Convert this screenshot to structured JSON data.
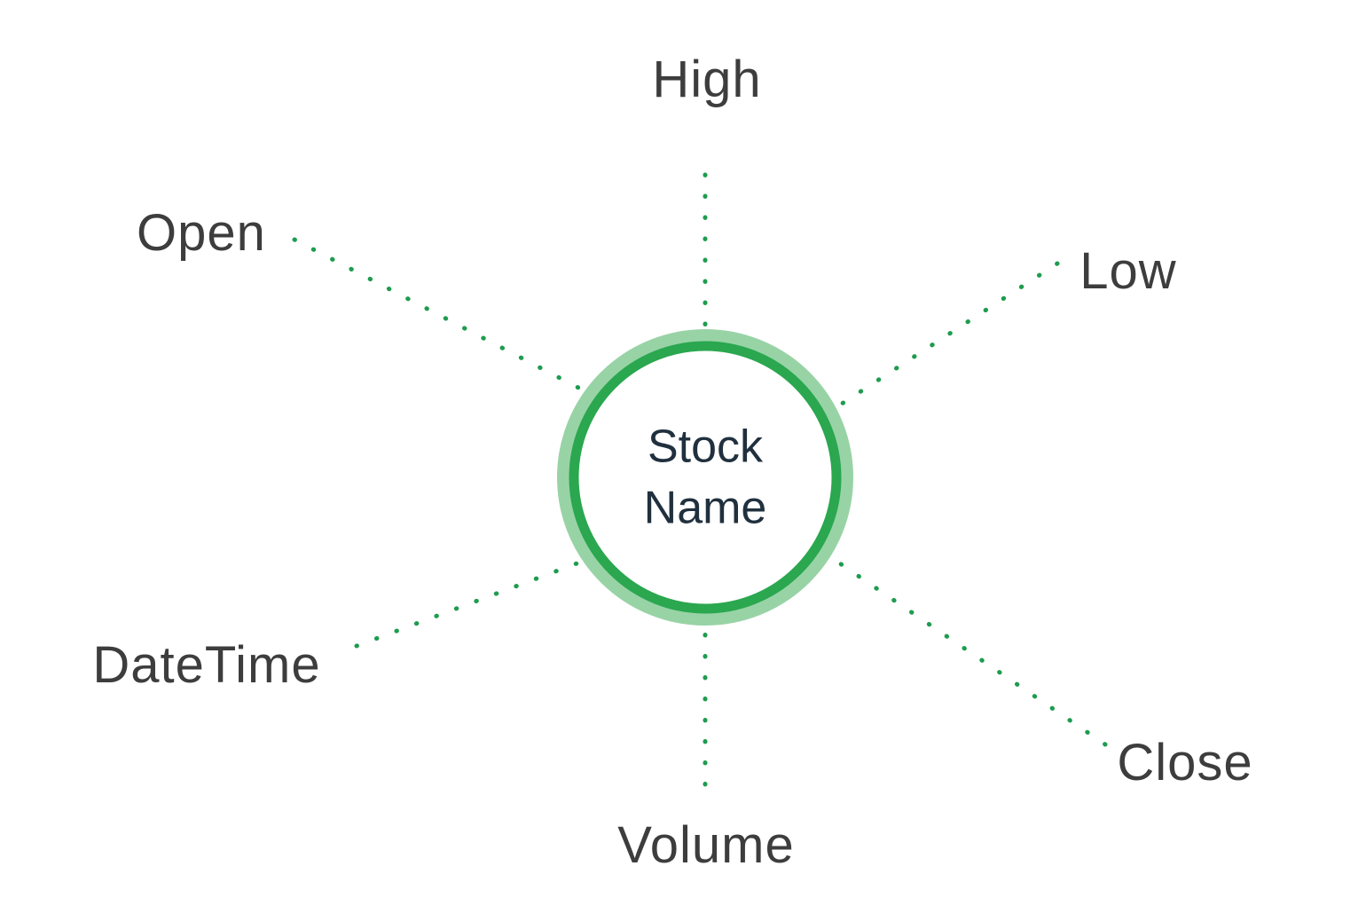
{
  "theme": {
    "background": "#ffffff",
    "dot_color": "#1e9c4f",
    "ring_color": "#2aa74f",
    "ring_glow_color": "#98d3a6",
    "center_text_color": "#20303e",
    "label_color": "#3d3d3d"
  },
  "diagram": {
    "type": "hub-and-spoke",
    "center": {
      "label": "Stock Name"
    },
    "spokes": [
      {
        "label": "High",
        "position": "top"
      },
      {
        "label": "Low",
        "position": "upper-right"
      },
      {
        "label": "Close",
        "position": "lower-right"
      },
      {
        "label": "Volume",
        "position": "bottom"
      },
      {
        "label": "DateTime",
        "position": "lower-left"
      },
      {
        "label": "Open",
        "position": "upper-left"
      }
    ]
  }
}
